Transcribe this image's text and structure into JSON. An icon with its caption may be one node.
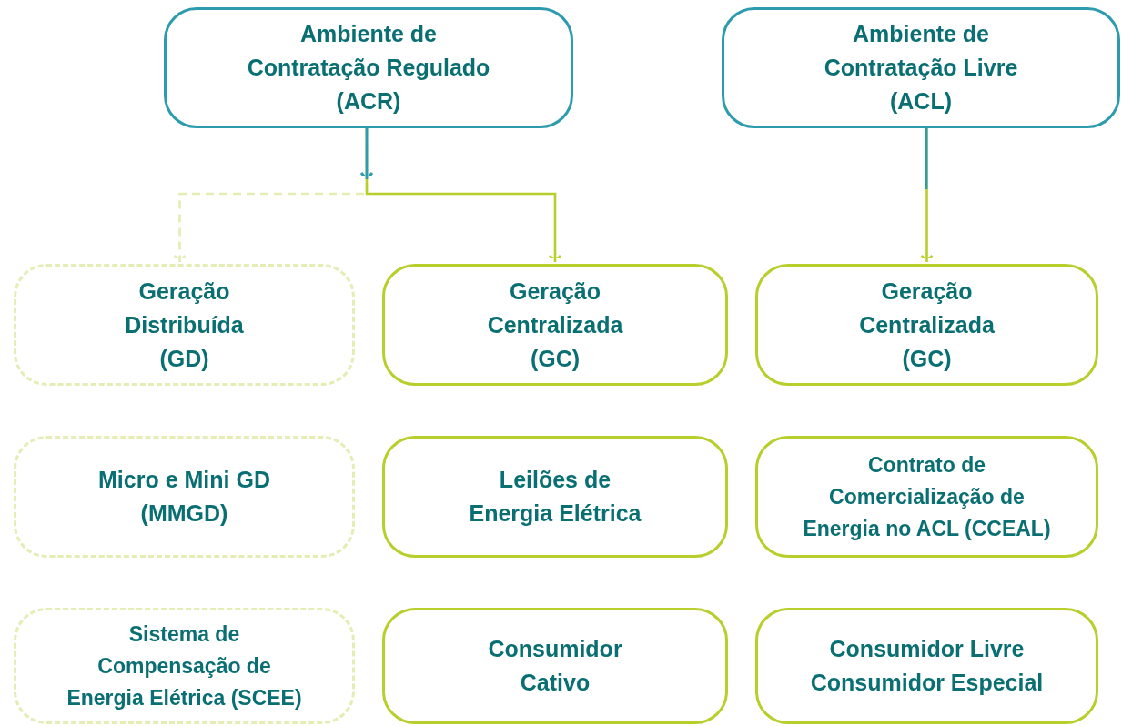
{
  "diagram": {
    "nodes": [
      {
        "text": [
          "Ambiente de Contratação Regulado (ACR)"
        ]
      },
      {
        "text": [
          "Ambiente de Contratação Livre (ACL)"
        ]
      },
      {
        "text": [
          "Geração Distribuída (GD)"
        ]
      },
      {
        "text": [
          "Geração Centralizada (GC)"
        ]
      },
      {
        "text": [
          "Geração Centralizada (GC)"
        ]
      },
      {
        "text": [
          "Micro e Mini GD (MMGD)"
        ]
      },
      {
        "text": [
          "Leilões de Energia Elétrica"
        ]
      },
      {
        "text": [
          "Contrato de Comercialização de Energia no ACL (CCEAL)"
        ]
      },
      {
        "text": [
          "Sistema de Compensação de Energia Elétrica (SCEE)"
        ]
      },
      {
        "text": [
          "Consumidor Cativo"
        ]
      },
      {
        "text": [
          "Consumidor Livre Consumidor Especial"
        ]
      }
    ],
    "edges": [
      {
        "from": 0,
        "to": 2,
        "arrow": "to",
        "style": "dashed",
        "color": "#e3edb4"
      },
      {
        "from": 0,
        "to": 3,
        "arrow": "to",
        "color": "#b8ce2b"
      },
      {
        "from": 1,
        "to": 4,
        "arrow": "to",
        "color": "#b8ce2b"
      }
    ]
  }
}
